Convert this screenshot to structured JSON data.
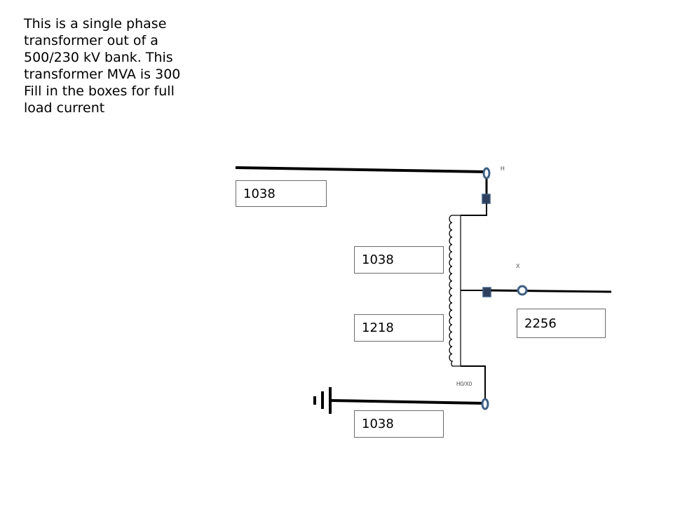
{
  "question": {
    "lines": [
      "This is a single phase",
      "transformer out of a",
      "500/230 kV bank. This",
      "transformer MVA is 300",
      "Fill in the boxes for full",
      "load current"
    ]
  },
  "terminals": {
    "h": "H",
    "x": "X",
    "h0x0": "H0/X0"
  },
  "boxes": {
    "h_line": "1038",
    "series_winding": "1038",
    "common_winding": "1218",
    "x_line": "2256",
    "neutral": "1038"
  },
  "colors": {
    "wire": "#000000",
    "terminal": "#3e5f85",
    "box_border": "#6b6b6b"
  }
}
